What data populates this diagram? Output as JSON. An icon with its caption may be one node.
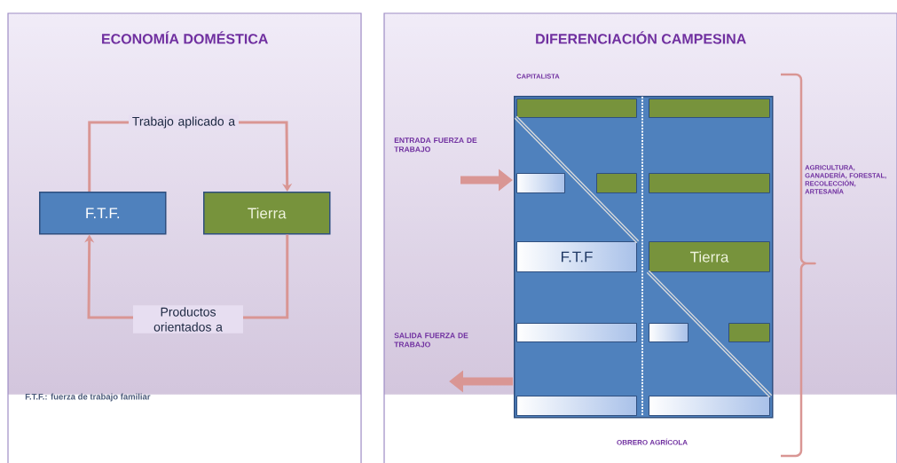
{
  "diagram": {
    "nodes": [
      {
        "text": [
          "ECONOMÍA DOMÉSTICA"
        ]
      },
      {
        "text": [
          "F.T.F."
        ],
        "in": 0
      },
      {
        "text": [
          "Tierra"
        ],
        "in": 0
      },
      {
        "text": [
          "DIFERENCIACIÓN CAMPESINA"
        ]
      },
      {
        "text": [],
        "shape": "box",
        "in": 3
      },
      {
        "text": [],
        "shape": "bar",
        "in": 4
      },
      {
        "text": [],
        "shape": "bar",
        "in": 4
      },
      {
        "text": [],
        "shape": "bar",
        "in": 4
      },
      {
        "text": [],
        "shape": "bar",
        "in": 4
      },
      {
        "text": [],
        "shape": "bar",
        "in": 4
      },
      {
        "text": [
          "F.T.F"
        ],
        "in": 4
      },
      {
        "text": [
          "Tierra"
        ],
        "in": 4
      },
      {
        "text": [],
        "shape": "bar",
        "in": 4
      },
      {
        "text": [],
        "shape": "bar",
        "in": 4
      },
      {
        "text": [],
        "shape": "bar",
        "in": 4
      },
      {
        "text": [],
        "shape": "bar",
        "in": 4
      },
      {
        "text": [],
        "shape": "bar",
        "in": 4
      }
    ],
    "edges": [
      {
        "from": 1,
        "to": 2,
        "arrow": "to",
        "label": "Trabajo aplicado a"
      },
      {
        "from": 2,
        "to": 1,
        "arrow": "to",
        "label": "Productos orientados a"
      },
      {
        "from": null,
        "to": 4,
        "arrow": "to",
        "style": "thick"
      },
      {
        "from": 4,
        "to": null,
        "arrow": "to",
        "style": "thick"
      },
      {
        "from": 5,
        "to": 10,
        "arrow": "none",
        "color": "#dcdcdc"
      },
      {
        "from": 11,
        "to": 16,
        "arrow": "none",
        "color": "#dcdcdc"
      }
    ],
    "labels": [
      "F.T.F.: fuerza de trabajo familiar",
      "CAPITALISTA",
      "ENTRADA FUERZA DE TRABAJO",
      "AGRICULTURA, GANADERÍA, FORESTAL, RECOLECCIÓN, ARTESANÍA",
      "SALIDA FUERZA DE TRABAJO",
      "OBRERO AGRÍCOLA"
    ]
  }
}
